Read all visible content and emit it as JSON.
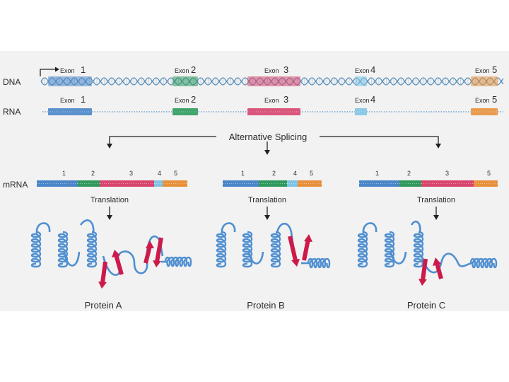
{
  "rows": {
    "dna": "DNA",
    "rna": "RNA",
    "mrna": "mRNA"
  },
  "colors": {
    "exon1": "#4a86c8",
    "exon2": "#2f9a5c",
    "exon3": "#d8456e",
    "exon4": "#7fc4e6",
    "exon5": "#e8913c",
    "protein_helix": "#4f8fd0",
    "beta_strand": "#cc1a4a",
    "strand_line": "#5b8fb8",
    "arrow": "#222222"
  },
  "exons": [
    {
      "word": "Exon",
      "num": "1",
      "color": "exon1"
    },
    {
      "word": "Exon",
      "num": "2",
      "color": "exon2"
    },
    {
      "word": "Exon",
      "num": "3",
      "color": "exon3"
    },
    {
      "word": "Exon",
      "num": "4",
      "color": "exon4"
    },
    {
      "word": "Exon",
      "num": "5",
      "color": "exon5"
    }
  ],
  "splicing_label": "Alternative Splicing",
  "variants": [
    {
      "segments": [
        "1",
        "2",
        "3",
        "4",
        "5"
      ],
      "translation": "Translation",
      "protein": "Protein A"
    },
    {
      "segments": [
        "1",
        "2",
        "4",
        "5"
      ],
      "translation": "Translation",
      "protein": "Protein B"
    },
    {
      "segments": [
        "1",
        "2",
        "3",
        "5"
      ],
      "translation": "Translation",
      "protein": "Protein C"
    }
  ]
}
